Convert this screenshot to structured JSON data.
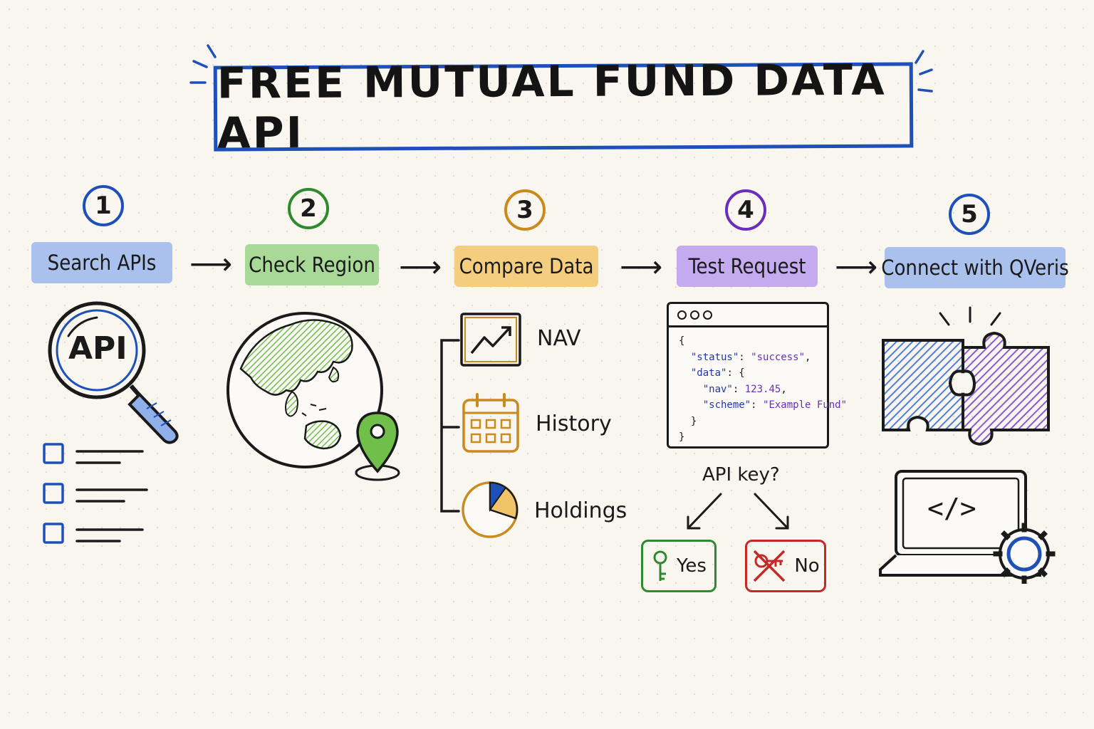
{
  "title": "FREE MUTUAL FUND DATA API",
  "colors": {
    "blue": "#1f4fb8",
    "green": "#2e8a2e",
    "orange": "#c98a1e",
    "purple": "#6a2fb8",
    "red": "#c62828",
    "blue_fill": "#8fb0e8",
    "green_fill": "#9ed38a",
    "orange_fill": "#f2c46a",
    "purple_fill": "#b79ae6"
  },
  "steps": [
    {
      "number": "1",
      "label": "Search APIs"
    },
    {
      "number": "2",
      "label": "Check Region"
    },
    {
      "number": "3",
      "label": "Compare Data"
    },
    {
      "number": "4",
      "label": "Test Request"
    },
    {
      "number": "5",
      "label": "Connect with QVeris"
    }
  ],
  "step1": {
    "magnifier_text": "API"
  },
  "step3": {
    "items": [
      "NAV",
      "History",
      "Holdings"
    ]
  },
  "step4": {
    "code": {
      "status_key": "\"status\"",
      "status_val": "\"success\"",
      "data_key": "\"data\"",
      "nav_key": "\"nav\"",
      "nav_val": "123.45",
      "scheme_key": "\"scheme\"",
      "scheme_val": "\"Example Fund\""
    },
    "question": "API key?",
    "yes": "Yes",
    "no": "No"
  },
  "step5": {
    "code_symbol": "</>"
  }
}
